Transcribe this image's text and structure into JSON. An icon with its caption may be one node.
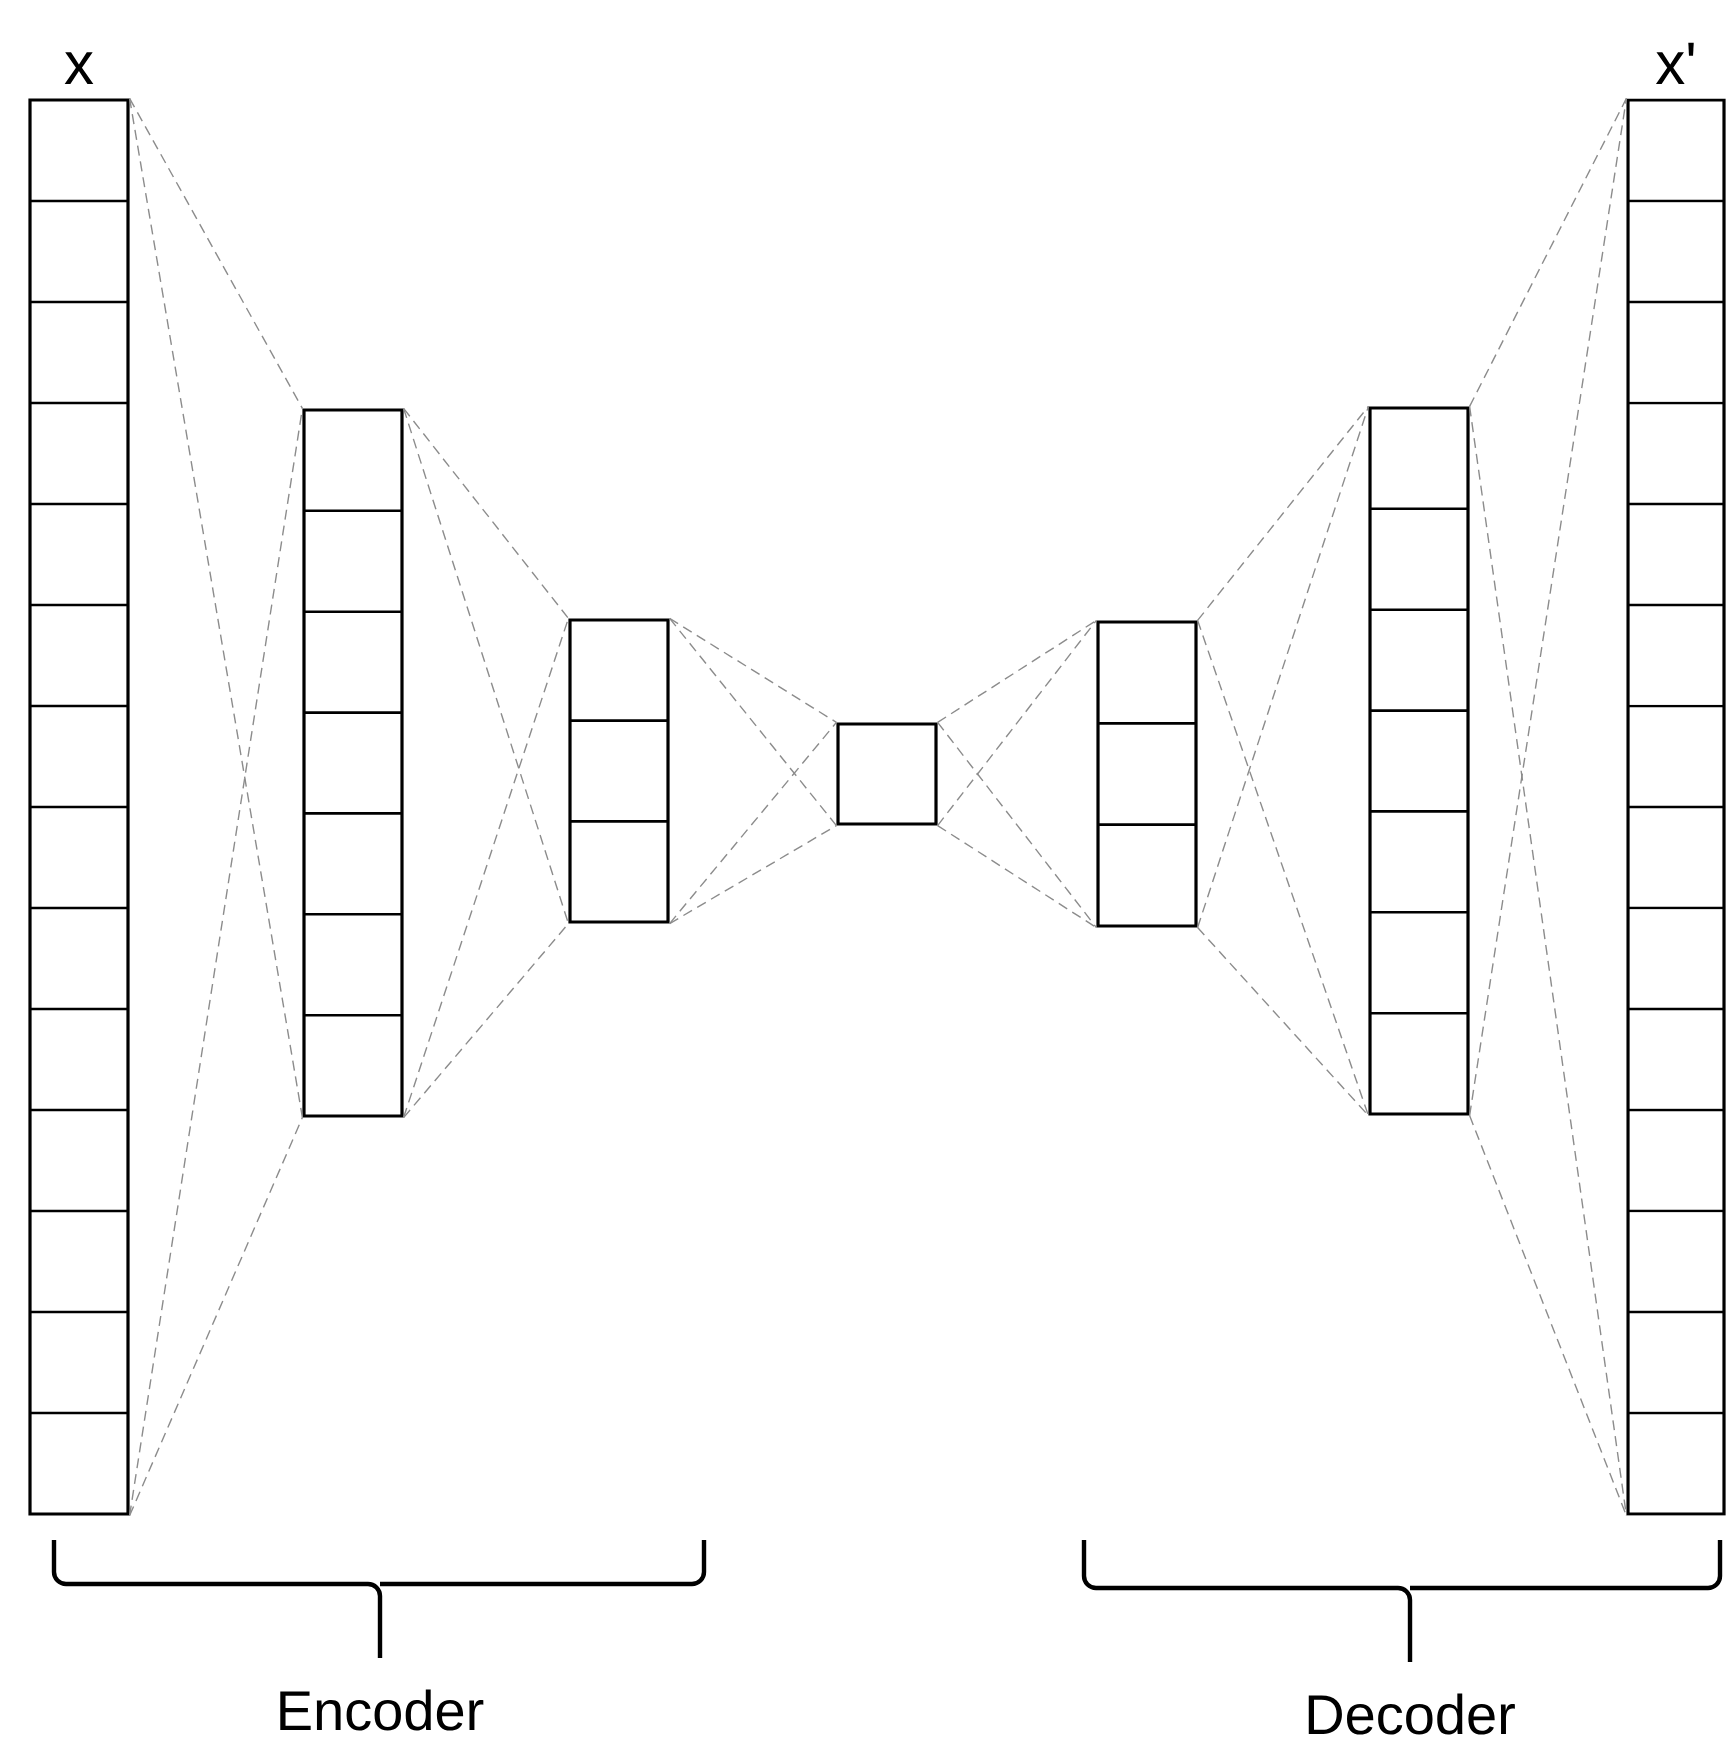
{
  "diagram": {
    "nodes": [
      {
        "text": [
          "x"
        ]
      },
      {
        "text": [],
        "shape": "bar"
      },
      {
        "text": [],
        "shape": "bar"
      },
      {
        "text": [],
        "shape": "bar"
      },
      {
        "text": [],
        "shape": "bar"
      },
      {
        "text": [],
        "shape": "bar"
      },
      {
        "text": [
          "x'"
        ]
      }
    ],
    "edges": [
      {
        "from": 0,
        "to": 1,
        "arrow": "none",
        "style": "dashed"
      },
      {
        "from": 0,
        "to": 1,
        "arrow": "none",
        "style": "dashed"
      },
      {
        "from": 0,
        "to": 1,
        "arrow": "none",
        "style": "dashed"
      },
      {
        "from": 0,
        "to": 1,
        "arrow": "none",
        "style": "dashed"
      },
      {
        "from": 1,
        "to": 2,
        "arrow": "none",
        "style": "dashed"
      },
      {
        "from": 1,
        "to": 2,
        "arrow": "none",
        "style": "dashed"
      },
      {
        "from": 1,
        "to": 2,
        "arrow": "none",
        "style": "dashed"
      },
      {
        "from": 1,
        "to": 2,
        "arrow": "none",
        "style": "dashed"
      },
      {
        "from": 2,
        "to": 3,
        "arrow": "none",
        "style": "dashed"
      },
      {
        "from": 2,
        "to": 3,
        "arrow": "none",
        "style": "dashed"
      },
      {
        "from": 2,
        "to": 3,
        "arrow": "none",
        "style": "dashed"
      },
      {
        "from": 2,
        "to": 3,
        "arrow": "none",
        "style": "dashed"
      },
      {
        "from": 3,
        "to": 4,
        "arrow": "none",
        "style": "dashed"
      },
      {
        "from": 3,
        "to": 4,
        "arrow": "none",
        "style": "dashed"
      },
      {
        "from": 3,
        "to": 4,
        "arrow": "none",
        "style": "dashed"
      },
      {
        "from": 3,
        "to": 4,
        "arrow": "none",
        "style": "dashed"
      },
      {
        "from": 4,
        "to": 5,
        "arrow": "none",
        "style": "dashed"
      },
      {
        "from": 4,
        "to": 5,
        "arrow": "none",
        "style": "dashed"
      },
      {
        "from": 4,
        "to": 5,
        "arrow": "none",
        "style": "dashed"
      },
      {
        "from": 4,
        "to": 5,
        "arrow": "none",
        "style": "dashed"
      },
      {
        "from": 5,
        "to": 6,
        "arrow": "none",
        "style": "dashed"
      },
      {
        "from": 5,
        "to": 6,
        "arrow": "none",
        "style": "dashed"
      },
      {
        "from": 5,
        "to": 6,
        "arrow": "none",
        "style": "dashed"
      },
      {
        "from": 5,
        "to": 6,
        "arrow": "none",
        "style": "dashed"
      }
    ],
    "labels": [
      "Encoder",
      "Decoder"
    ]
  }
}
